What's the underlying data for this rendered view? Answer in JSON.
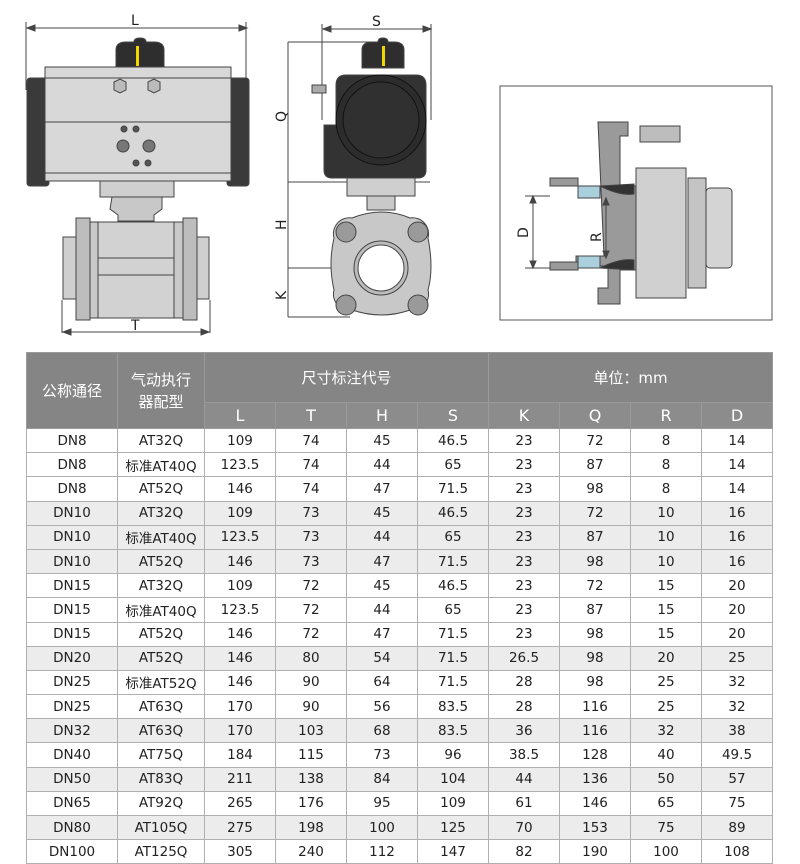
{
  "drawing": {
    "front_view_labels": {
      "length": "L",
      "face_to_face": "T"
    },
    "side_view_labels": {
      "width": "S",
      "actuator_height": "Q",
      "centre_height": "H",
      "bottom": "K"
    },
    "section_view_labels": {
      "outer_diameter": "D",
      "bore": "R"
    },
    "colors": {
      "actuator_body": "#d6d6d6",
      "end_cap": "#3a3a3a",
      "valve_body": "#c8c8c8",
      "indicator": "#f2d600"
    }
  },
  "table": {
    "header": {
      "nominal_diameter": "公称通径",
      "actuator_model": "气动执行器配型",
      "dimension_code": "尺寸标注代号",
      "unit": "单位：mm",
      "columns": [
        "L",
        "T",
        "H",
        "S",
        "K",
        "Q",
        "R",
        "D"
      ]
    },
    "rows": [
      [
        "DN8",
        "AT32Q",
        "109",
        "74",
        "45",
        "46.5",
        "23",
        "72",
        "8",
        "14"
      ],
      [
        "DN8",
        "标准AT40Q",
        "123.5",
        "74",
        "44",
        "65",
        "23",
        "87",
        "8",
        "14"
      ],
      [
        "DN8",
        "AT52Q",
        "146",
        "74",
        "47",
        "71.5",
        "23",
        "98",
        "8",
        "14"
      ],
      [
        "DN10",
        "AT32Q",
        "109",
        "73",
        "45",
        "46.5",
        "23",
        "72",
        "10",
        "16"
      ],
      [
        "DN10",
        "标准AT40Q",
        "123.5",
        "73",
        "44",
        "65",
        "23",
        "87",
        "10",
        "16"
      ],
      [
        "DN10",
        "AT52Q",
        "146",
        "73",
        "47",
        "71.5",
        "23",
        "98",
        "10",
        "16"
      ],
      [
        "DN15",
        "AT32Q",
        "109",
        "72",
        "45",
        "46.5",
        "23",
        "72",
        "15",
        "20"
      ],
      [
        "DN15",
        "标准AT40Q",
        "123.5",
        "72",
        "44",
        "65",
        "23",
        "87",
        "15",
        "20"
      ],
      [
        "DN15",
        "AT52Q",
        "146",
        "72",
        "47",
        "71.5",
        "23",
        "98",
        "15",
        "20"
      ],
      [
        "DN20",
        "AT52Q",
        "146",
        "80",
        "54",
        "71.5",
        "26.5",
        "98",
        "20",
        "25"
      ],
      [
        "DN25",
        "标准AT52Q",
        "146",
        "90",
        "64",
        "71.5",
        "28",
        "98",
        "25",
        "32"
      ],
      [
        "DN25",
        "AT63Q",
        "170",
        "90",
        "56",
        "83.5",
        "28",
        "116",
        "25",
        "32"
      ],
      [
        "DN32",
        "AT63Q",
        "170",
        "103",
        "68",
        "83.5",
        "36",
        "116",
        "32",
        "38"
      ],
      [
        "DN40",
        "AT75Q",
        "184",
        "115",
        "73",
        "96",
        "38.5",
        "128",
        "40",
        "49.5"
      ],
      [
        "DN50",
        "AT83Q",
        "211",
        "138",
        "84",
        "104",
        "44",
        "136",
        "50",
        "57"
      ],
      [
        "DN65",
        "AT92Q",
        "265",
        "176",
        "95",
        "109",
        "61",
        "146",
        "65",
        "75"
      ],
      [
        "DN80",
        "AT105Q",
        "275",
        "198",
        "100",
        "125",
        "70",
        "153",
        "75",
        "89"
      ],
      [
        "DN100",
        "AT125Q",
        "305",
        "240",
        "112",
        "147",
        "82",
        "190",
        "100",
        "108"
      ]
    ]
  }
}
